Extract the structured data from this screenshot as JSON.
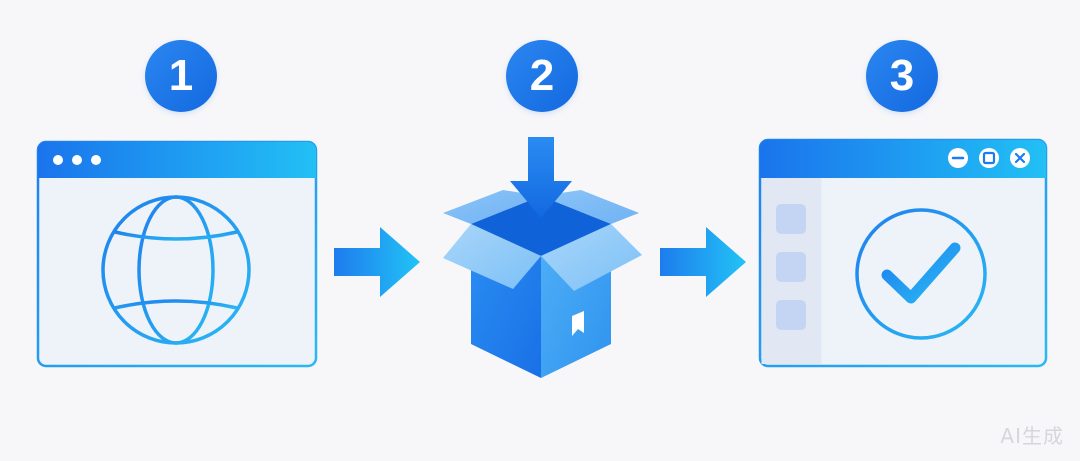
{
  "steps": [
    {
      "number": "1",
      "icon": "browser-globe-icon"
    },
    {
      "number": "2",
      "icon": "package-box-icon"
    },
    {
      "number": "3",
      "icon": "app-window-check-icon"
    }
  ],
  "colors": {
    "accent": "#1a7cf0",
    "accent_light": "#25b8f5",
    "background": "#f7f7f9",
    "window_fill": "#eef2f9"
  },
  "watermark": "AI生成"
}
